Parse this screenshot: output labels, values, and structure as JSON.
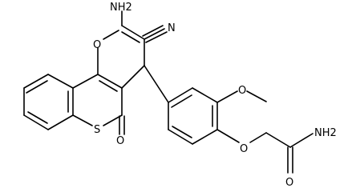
{
  "molecule": {
    "atom_labels": {
      "amine_nh2": "NH2",
      "ring_oxygen": "O",
      "nitrile_nitrogen": "N",
      "methoxy_oxygen": "O",
      "ether_oxygen": "O",
      "thio_sulfur": "S",
      "lactone_carbonyl_oxygen": "O",
      "amide_nh2": "NH2",
      "amide_carbonyl_oxygen": "O"
    },
    "colors": {
      "bond": "#000000",
      "background": "#ffffff"
    }
  }
}
